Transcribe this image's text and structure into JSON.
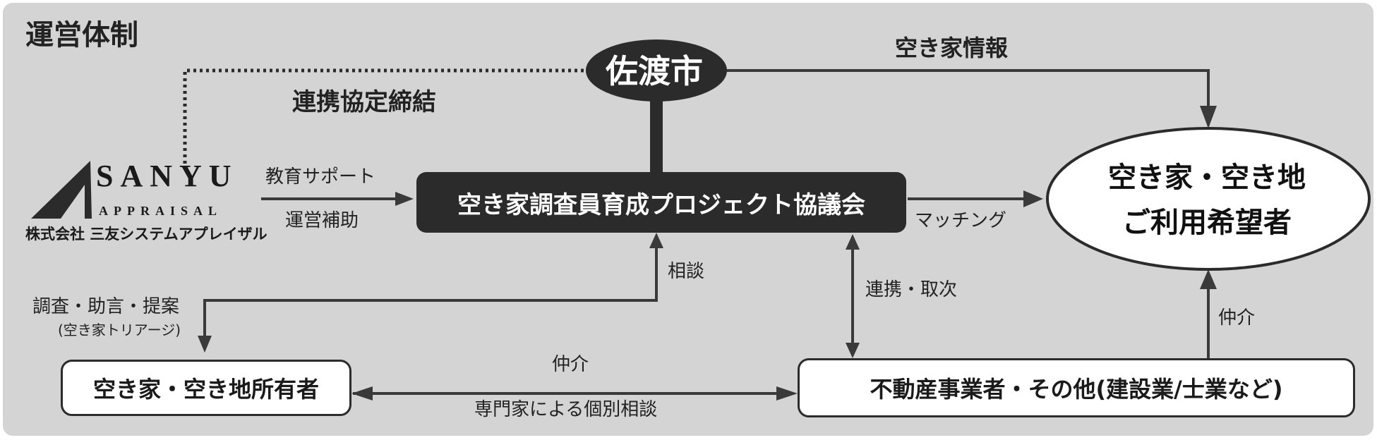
{
  "title": "運営体制",
  "nodes": {
    "city": "佐渡市",
    "council": "空き家調査員育成プロジェクト協議会",
    "users_line1": "空き家・空き地",
    "users_line2": "ご利用希望者",
    "owners": "空き家・空き地所有者",
    "realestate": "不動産事業者・その他(建設業/士業など)"
  },
  "company": {
    "logo_text": "SANYU",
    "logo_sub": "APPRAISAL",
    "name": "株式会社 三友システムアプレイザル"
  },
  "labels": {
    "agreement": "連携協定締結",
    "vacant_info": "空き家情報",
    "edu_support": "教育サポート",
    "op_assist": "運営補助",
    "matching": "マッチング",
    "consult": "相談",
    "survey": "調査・助言・提案",
    "triage": "(空き家トリアージ)",
    "cooperation": "連携・取次",
    "mediation_right": "仲介",
    "mediation_bottom": "仲介",
    "expert_consult": "専門家による個別相談"
  },
  "colors": {
    "background": "#d4d4d4",
    "dark": "#2b2b2b",
    "line": "#3a3a3a",
    "white": "#ffffff"
  }
}
